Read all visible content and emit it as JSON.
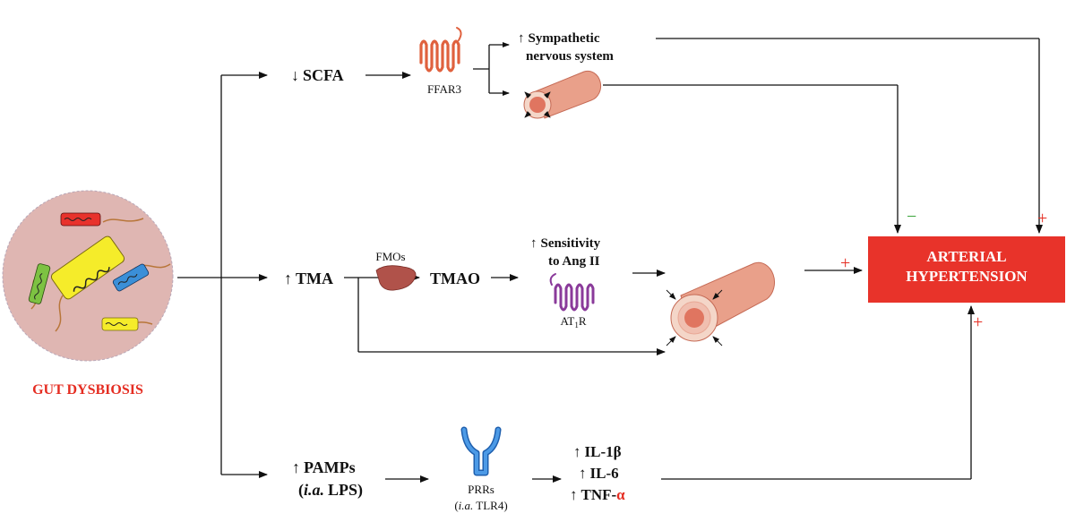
{
  "gut": {
    "label": "GUT DYSBIOSIS",
    "label_color": "#e52d22",
    "circle_color": "#dfb6b2",
    "bacteria_colors": [
      "#f5ec2a",
      "#e8322c",
      "#7dc242",
      "#3b8fd8",
      "#f5ec2a"
    ]
  },
  "scfa_path": {
    "up_arrow": "↑",
    "down_arrow": "↓",
    "scfa": "SCFA",
    "receptor": "FFAR3",
    "receptor_color": "#e0613e",
    "sympathetic_line1": "Sympathetic",
    "sympathetic_line2": "nervous system"
  },
  "tma_path": {
    "tma": "TMA",
    "enzyme": "FMOs",
    "tmao": "TMAO",
    "sensitivity_line1": "Sensitivity",
    "sensitivity_line2": "to Ang II",
    "receptor_main": "AT",
    "receptor_sub": "1",
    "receptor_tail": "R",
    "receptor_color": "#8a3a9a"
  },
  "pamp_path": {
    "pamps": "PAMPs",
    "lps_ia": "i.a.",
    "lps": "LPS)",
    "prr": "PRRs",
    "tlr_ia": "i.a.",
    "tlr": "TLR4)",
    "receptor_color": "#2e7fd6",
    "il1": "IL-1β",
    "il6": "IL-6",
    "tnf": "TNF-",
    "tnf_alpha": "α",
    "tnf_alpha_color": "#e52d22"
  },
  "outcome": {
    "line1": "ARTERIAL",
    "line2": "HYPERTENSION",
    "box_color": "#e8332a",
    "text_color": "#ffffff"
  },
  "signs": {
    "minus": "−",
    "plus": "+",
    "minus_color": "#3aa43a",
    "plus_color": "#e52d22"
  },
  "colors": {
    "vessel_outer": "#e9a08a",
    "vessel_lumen": "#e07560",
    "vessel_ring": "#f4d6c8",
    "liver": "#b0524a"
  }
}
